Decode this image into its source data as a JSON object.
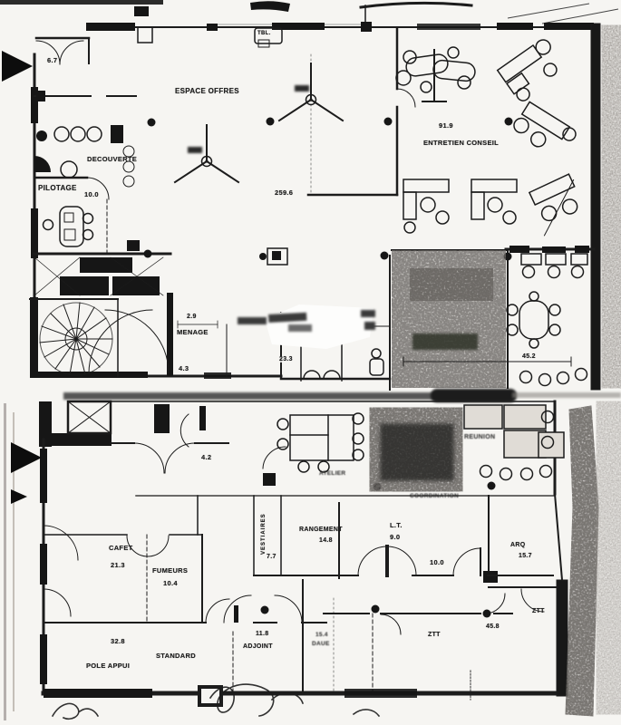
{
  "colors": {
    "ink": "#1c1c1c",
    "paper": "#f6f5f2"
  },
  "upper": {
    "tbl": "TBL.",
    "entry_area": "6.7",
    "espace_offres": "ESPACE OFFRES",
    "decouverte": "DECOUVERTE",
    "pilotage": "PILOTAGE",
    "pilotage_area": "10.0",
    "open_space_dim": "259.6",
    "entretien_area": "91.9",
    "entretien": "ENTRETIEN CONSEIL",
    "menage_dim": "2.9",
    "menage": "MENAGE",
    "dim_4_3": "4.3",
    "dim_23_3": "23.3",
    "dim_45_2": "45.2"
  },
  "lower": {
    "lobby_area": "4.2",
    "atelier": "ATELIER",
    "reunion": "REUNION",
    "coordination": "COORDINATION",
    "cafet": "CAFET",
    "cafet_area": "21.3",
    "fumeurs": "FUMEURS",
    "fumeurs_area": "10.4",
    "vestiaires": "VESTIAIRES",
    "vestiaires_area": "7.7",
    "rangement": "RANGEMENT",
    "rangement_area": "14.8",
    "lt": "L.T.",
    "lt_area": "9.0",
    "corridor_dim": "10.0",
    "arq": "ARQ",
    "arq_area": "15.7",
    "pole_area": "32.8",
    "standard": "STANDARD",
    "pole_appui": "POLE APPUI",
    "adjoint_area": "11.8",
    "adjoint": "ADJOINT",
    "daue_area": "15.4",
    "daue": "DAUE",
    "ztt_center": "ZTT",
    "ztt_dim": "45.8",
    "ztt_right": "ZTT"
  }
}
